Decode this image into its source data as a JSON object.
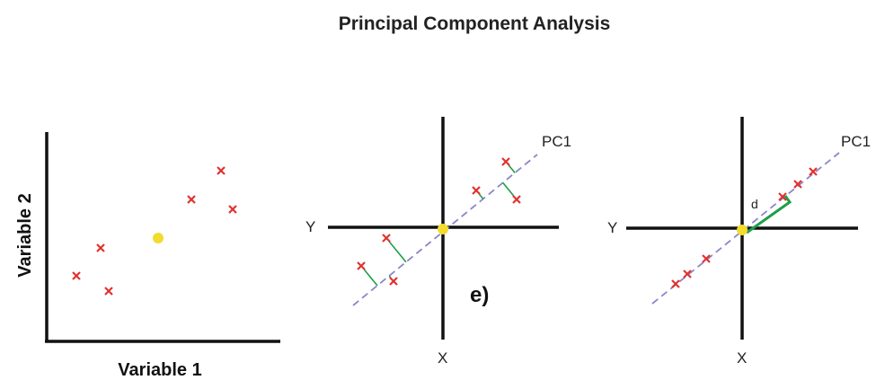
{
  "title": "Principal Component Analysis",
  "panel1": {
    "xlabel": "Variable 1",
    "ylabel": "Variable 2"
  },
  "panel2": {
    "y_label": "Y",
    "x_label": "X",
    "pc_label": "PC1",
    "letter": "e)"
  },
  "panel3": {
    "y_label": "Y",
    "x_label": "X",
    "pc_label": "PC1",
    "d_label": "d"
  },
  "colors": {
    "point": "#e0322f",
    "mean": "#f2dc2c",
    "pc_line": "#8c86c8",
    "residual": "#1e9e48",
    "axis": "#111111"
  }
}
